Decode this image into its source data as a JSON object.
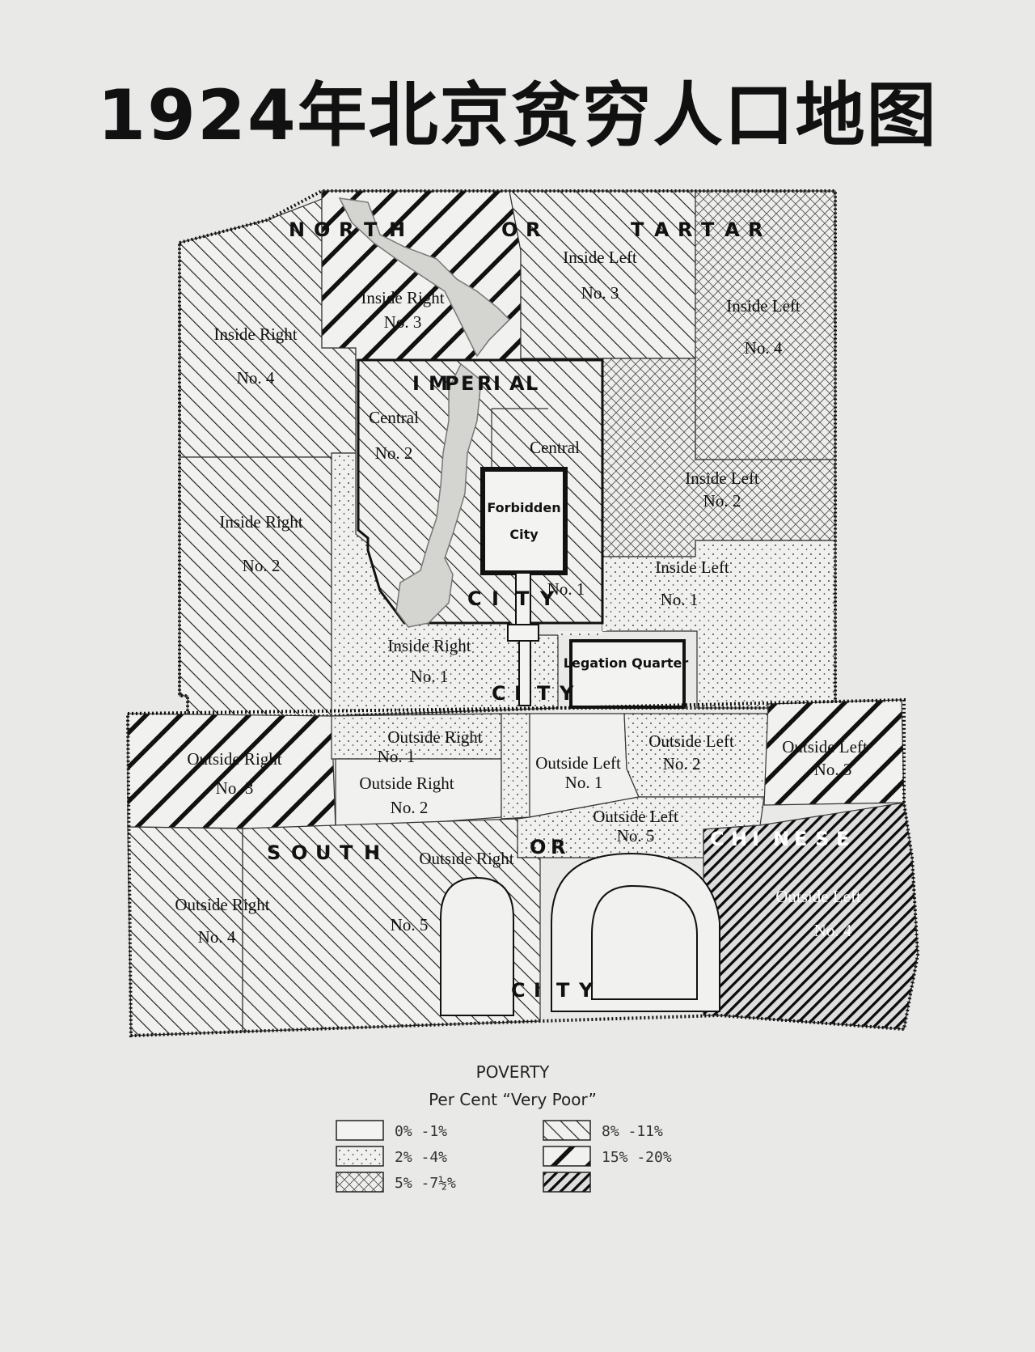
{
  "title": "1924年北京贫穷人口地图",
  "city_labels": {
    "north": [
      "N",
      "O",
      "R",
      "T",
      "H"
    ],
    "north_or": [
      "O",
      "R"
    ],
    "tartar": [
      "T",
      "A",
      "R",
      "T",
      "A",
      "R"
    ],
    "imperial": [
      "I",
      "M",
      "P",
      "E",
      "R",
      "I",
      "A",
      "L"
    ],
    "imperial_city": [
      "C",
      "I",
      "T",
      "Y"
    ],
    "north_city": [
      "C",
      "I",
      "T",
      "Y"
    ],
    "south": [
      "S",
      "O",
      "U",
      "T",
      "H"
    ],
    "south_or": [
      "O",
      "R"
    ],
    "chinese": [
      "C",
      "H",
      "I",
      "N",
      "E",
      "S",
      "E"
    ],
    "south_city": [
      "C",
      "I",
      "T",
      "Y"
    ]
  },
  "districts": {
    "inside_right_1": [
      "Inside Right",
      "No. 1"
    ],
    "inside_right_2": [
      "Inside Right",
      "No. 2"
    ],
    "inside_right_3": [
      "Inside Right",
      "No. 3"
    ],
    "inside_right_4": [
      "Inside Right",
      "No. 4"
    ],
    "inside_left_1": [
      "Inside Left",
      "No. 1"
    ],
    "inside_left_2": [
      "Inside Left",
      "No. 2"
    ],
    "inside_left_3": [
      "Inside Left",
      "No. 3"
    ],
    "inside_left_4": [
      "Inside Left",
      "No. 4"
    ],
    "central_1": [
      "Central",
      "No. 1"
    ],
    "central_2": [
      "Central",
      "No. 2"
    ],
    "outside_right_1": [
      "Outside Right",
      "No. 1"
    ],
    "outside_right_2": [
      "Outside Right",
      "No. 2"
    ],
    "outside_right_3": [
      "Outside Right",
      "No. 3"
    ],
    "outside_right_4": [
      "Outside Right",
      "No. 4"
    ],
    "outside_right_5": [
      "Outside Right",
      "No. 5"
    ],
    "outside_left_1": [
      "Outside Left",
      "No. 1"
    ],
    "outside_left_2": [
      "Outside Left",
      "No. 2"
    ],
    "outside_left_3": [
      "Outside Left",
      "No. 3"
    ],
    "outside_left_4": [
      "Outside Left",
      "No. 4"
    ],
    "outside_left_5": [
      "Outside Left",
      "No. 5"
    ]
  },
  "landmarks": {
    "forbidden_city": [
      "Forbidden",
      "City"
    ],
    "legation_quarter": "Legation Quarter"
  },
  "legend": {
    "title": "POVERTY",
    "subtitle": "Per Cent “Very Poor”",
    "items": [
      {
        "label": "0% -1%",
        "pattern": "blank"
      },
      {
        "label": "2% -4%",
        "pattern": "dots"
      },
      {
        "label": "5% -7½%",
        "pattern": "crosshatch"
      },
      {
        "label": "8% -11%",
        "pattern": "hatch-fine"
      },
      {
        "label": "15% -20%",
        "pattern": "hatch-bold"
      },
      {
        "label": "",
        "pattern": "hatch-dense"
      }
    ]
  },
  "colors": {
    "paper": "#e9e9e7",
    "ink": "#111111",
    "lake": "#d0d0cc"
  }
}
